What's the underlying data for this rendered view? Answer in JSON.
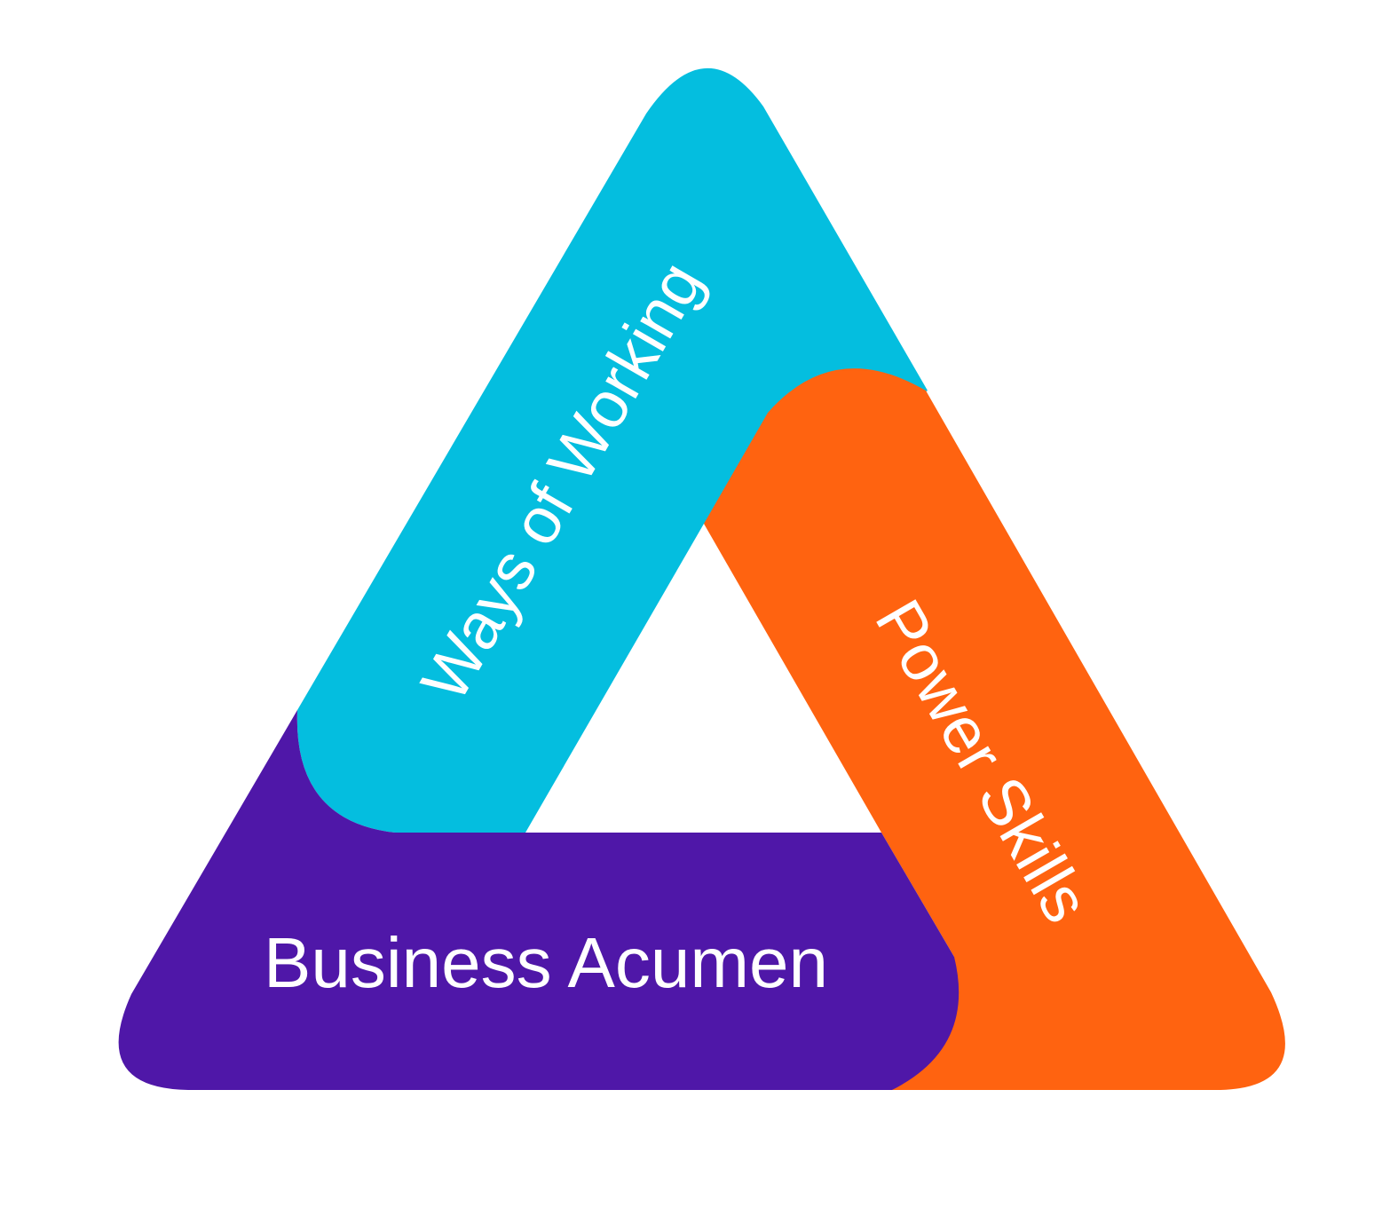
{
  "diagram": {
    "segments": [
      {
        "id": "ways-of-working",
        "label": "Ways of Working",
        "color": "#04BEDF"
      },
      {
        "id": "power-skills",
        "label": "Power Skills",
        "color": "#FF6310"
      },
      {
        "id": "business-acumen",
        "label": "Business Acumen",
        "color": "#4F17A8"
      }
    ]
  }
}
